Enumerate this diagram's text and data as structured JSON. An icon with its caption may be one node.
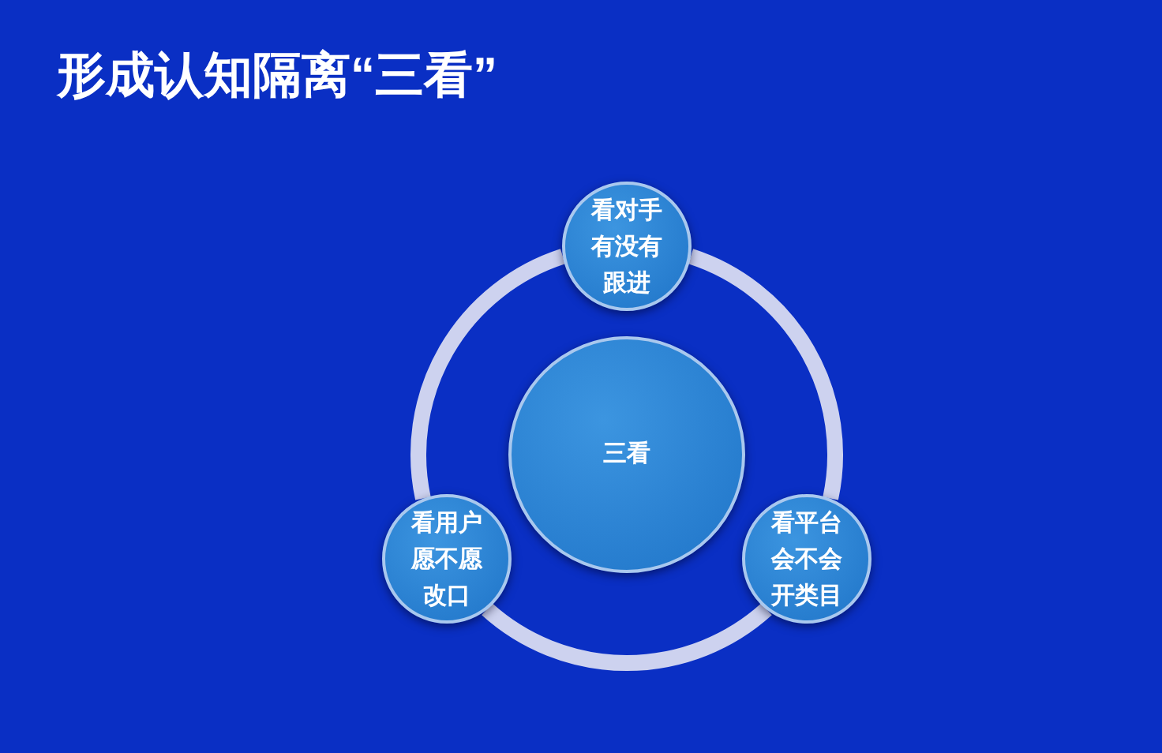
{
  "diagram": {
    "title": "形成认知隔离“三看”",
    "nodes": [
      {
        "text": [
          "看对手有没有跟进"
        ]
      },
      {
        "text": [
          "三看"
        ]
      },
      {
        "text": [
          "看用户愿不愿改口"
        ]
      },
      {
        "text": [
          "看平台会不会开类目"
        ]
      }
    ],
    "edges": [
      {
        "from": 0,
        "to": 3,
        "arrow": "none"
      },
      {
        "from": 3,
        "to": 2,
        "arrow": "none"
      },
      {
        "from": 2,
        "to": 0,
        "arrow": "none"
      }
    ]
  }
}
